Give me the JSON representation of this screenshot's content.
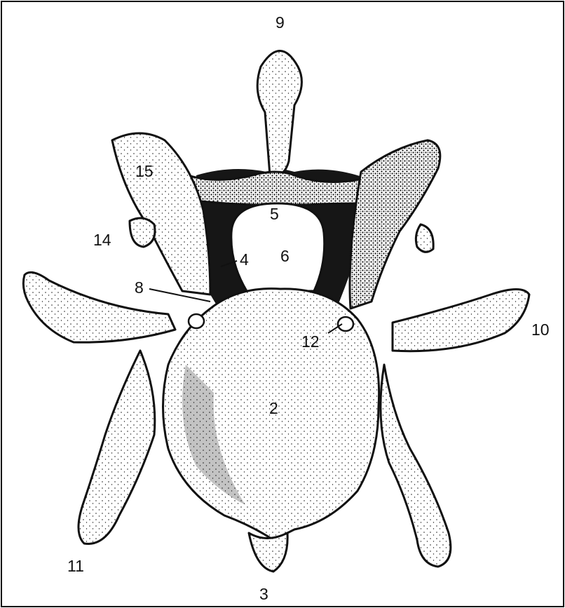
{
  "figure": {
    "description_labels": [
      {
        "id": "label-9",
        "text": "9"
      },
      {
        "id": "label-15",
        "text": "15"
      },
      {
        "id": "label-5",
        "text": "5"
      },
      {
        "id": "label-14",
        "text": "14"
      },
      {
        "id": "label-4",
        "text": "4"
      },
      {
        "id": "label-6",
        "text": "6"
      },
      {
        "id": "label-8",
        "text": "8"
      },
      {
        "id": "label-12",
        "text": "12"
      },
      {
        "id": "label-10",
        "text": "10"
      },
      {
        "id": "label-2",
        "text": "2"
      },
      {
        "id": "label-11",
        "text": "11"
      },
      {
        "id": "label-3",
        "text": "3"
      }
    ]
  },
  "colors": {
    "ink": "#111111",
    "bone": "#ffffff",
    "canal": "#ffffff"
  }
}
